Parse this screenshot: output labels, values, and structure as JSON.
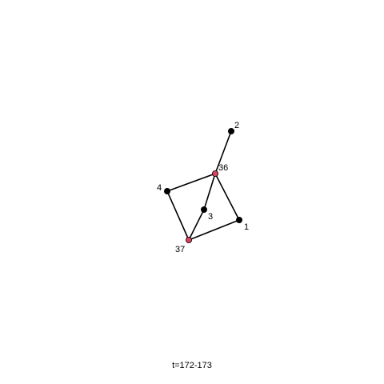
{
  "graph": {
    "nodes": [
      {
        "id": "2",
        "label": "2",
        "highlight": false
      },
      {
        "id": "36",
        "label": "36",
        "highlight": true
      },
      {
        "id": "4",
        "label": "4",
        "highlight": false
      },
      {
        "id": "3",
        "label": "3",
        "highlight": false
      },
      {
        "id": "1",
        "label": "1",
        "highlight": false
      },
      {
        "id": "37",
        "label": "37",
        "highlight": true
      }
    ],
    "edges": [
      {
        "source": "2",
        "target": "36"
      },
      {
        "source": "36",
        "target": "4"
      },
      {
        "source": "36",
        "target": "3"
      },
      {
        "source": "36",
        "target": "1"
      },
      {
        "source": "4",
        "target": "37"
      },
      {
        "source": "3",
        "target": "37"
      },
      {
        "source": "1",
        "target": "37"
      }
    ],
    "colors": {
      "node": "#000000",
      "highlight_node": "#d6455f",
      "edge": "#000000"
    }
  },
  "caption": "t=172-173"
}
